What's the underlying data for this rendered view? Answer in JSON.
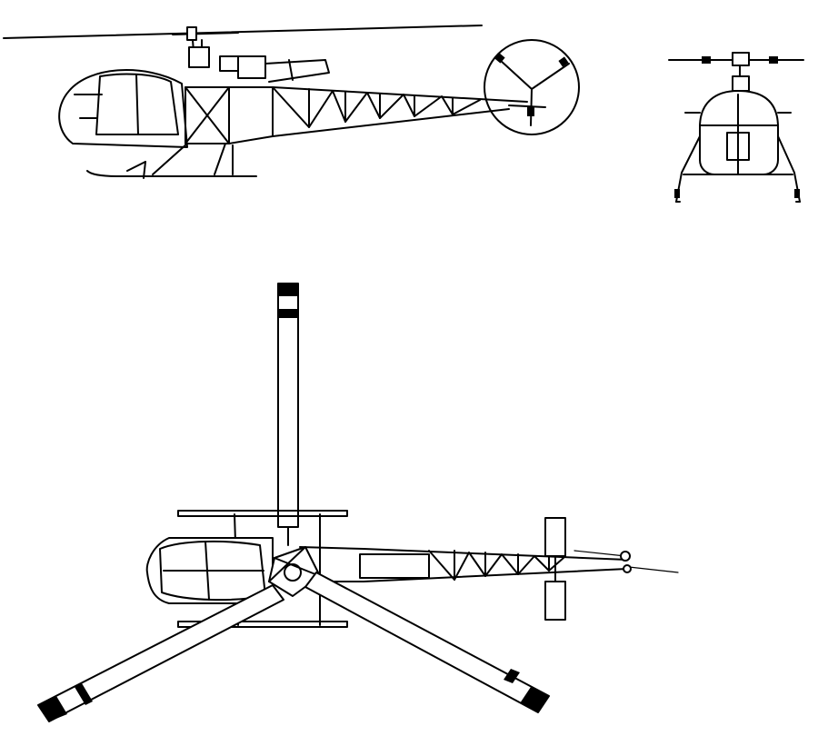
{
  "drawing": {
    "colors": {
      "line": "#000000",
      "background": "#ffffff"
    },
    "views": [
      "side-view",
      "front-view",
      "top-view"
    ]
  }
}
